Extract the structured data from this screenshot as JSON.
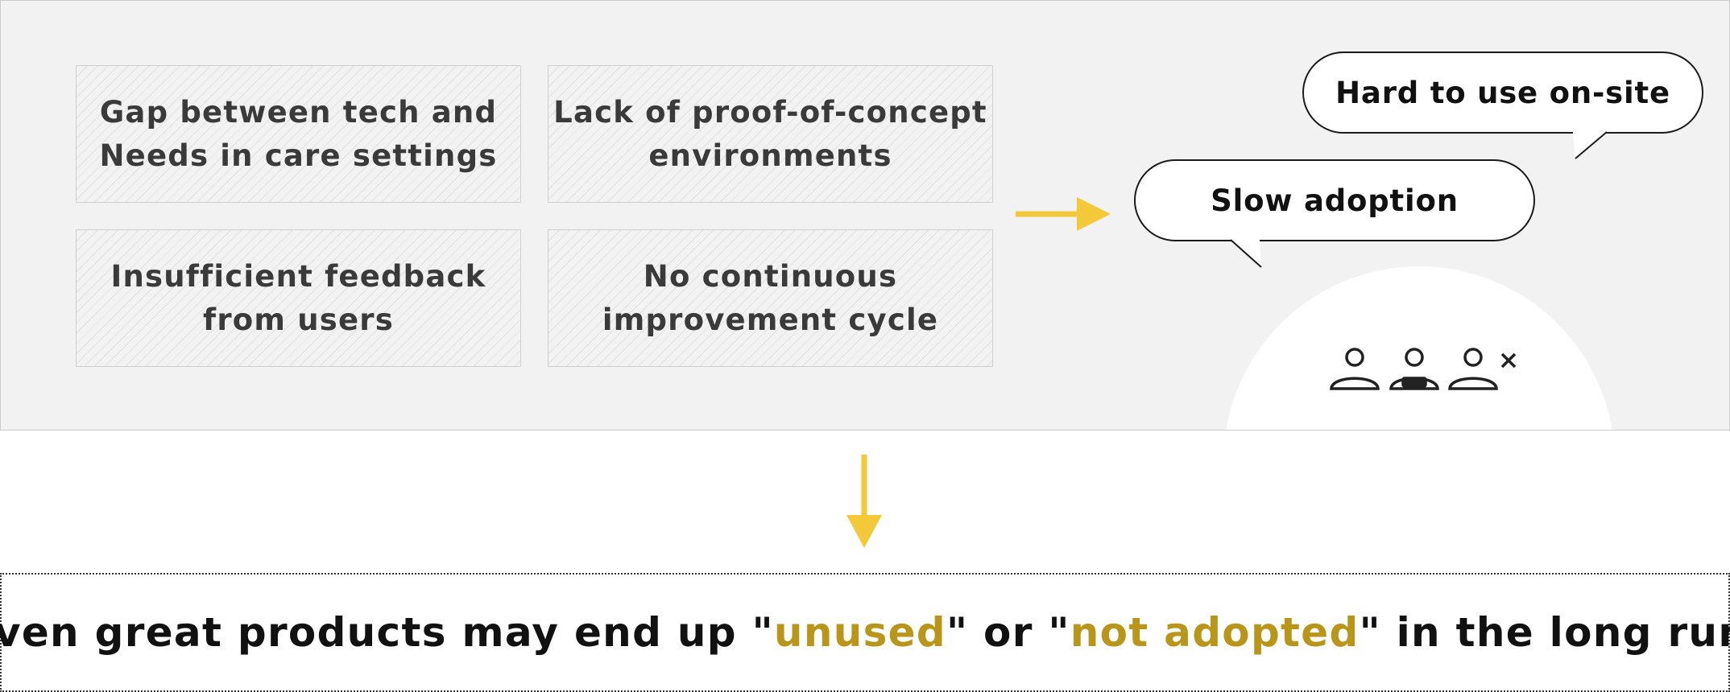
{
  "problems": [
    "Gap between tech and\nNeeds in care settings",
    "Lack of proof-of-concept\nenvironments",
    "Insufficient feedback\nfrom users",
    "No continuous\nimprovement cycle"
  ],
  "bubbles": {
    "hard_to_use": "Hard to use on-site",
    "slow_adoption": "Slow adoption"
  },
  "people_icons": [
    "person-icon",
    "caregiver-icon",
    "person-rejected-icon"
  ],
  "conclusion": {
    "part1": "Even great products may end up \"",
    "highlight1": "unused",
    "part2": "\" or \"",
    "highlight2": "not adopted",
    "part3": "\" in the long run."
  },
  "colors": {
    "accent_arrow": "#f3c93a",
    "highlight_text": "#b9961a",
    "panel_bg": "#f2f2f2"
  }
}
